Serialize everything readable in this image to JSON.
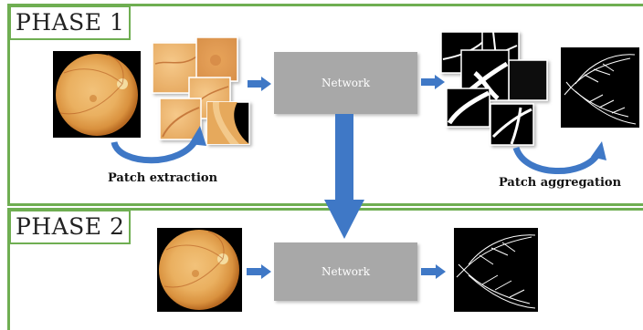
{
  "phase1": {
    "label": "PHASE 1",
    "network_label": "Network",
    "patch_extraction_label": "Patch extraction",
    "patch_aggregation_label": "Patch aggregation"
  },
  "phase2": {
    "label": "PHASE 2",
    "network_label": "Network"
  },
  "colors": {
    "frame_border": "#6fae52",
    "network_box": "#a8a8a8",
    "arrow": "#3f78c6"
  },
  "icons": [
    "retina-fundus-image",
    "retina-patch",
    "vessel-mask-patch",
    "vessel-segmentation-image",
    "curved-arrow",
    "right-arrow",
    "down-arrow"
  ]
}
